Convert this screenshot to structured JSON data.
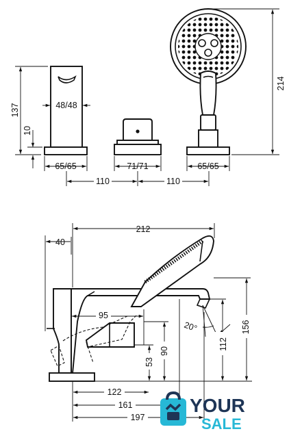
{
  "top_view": {
    "spout_height": "137",
    "spout_base_height": "10",
    "spout_width": "48/48",
    "spout_base": "65/65",
    "diverter_base": "71/71",
    "shower_base": "65/65",
    "spacing_left": "110",
    "spacing_right": "110",
    "shower_height": "214"
  },
  "side_view": {
    "total_length": "212",
    "handle_offset": "40",
    "spout_reach": "95",
    "spray_angle": "20°",
    "height_156": "156",
    "height_112": "112",
    "height_90": "90",
    "height_53": "53",
    "length_122": "122",
    "length_161": "161",
    "length_197": "197"
  },
  "logo": {
    "line1": "YOUR",
    "line2": "SALE",
    "colors": {
      "dark": "#1e3556",
      "cyan": "#27b8d6"
    }
  }
}
